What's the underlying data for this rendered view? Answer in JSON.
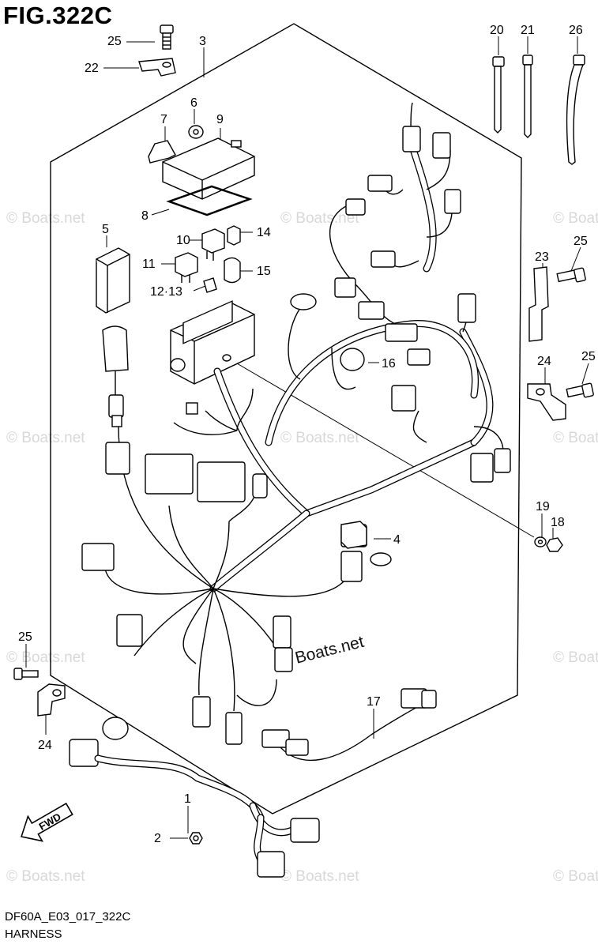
{
  "figure": {
    "title": "FIG.322C",
    "code": "DF60A_E03_017_322C",
    "caption": "HARNESS"
  },
  "watermark": {
    "text": "© Boats.net",
    "center_text": "© Boats.net"
  },
  "direction": {
    "label": "FWD"
  },
  "callouts": {
    "n1": "1",
    "n2": "2",
    "n3": "3",
    "n4": "4",
    "n5": "5",
    "n6": "6",
    "n7": "7",
    "n8": "8",
    "n9": "9",
    "n10": "10",
    "n11": "11",
    "n12_13": "12·13",
    "n14": "14",
    "n15": "15",
    "n16": "16",
    "n17": "17",
    "n18": "18",
    "n19": "19",
    "n20": "20",
    "n21": "21",
    "n22": "22",
    "n23": "23",
    "n24a": "24",
    "n24b": "24",
    "n25a": "25",
    "n25b": "25",
    "n25c": "25",
    "n25d": "25",
    "n26": "26"
  }
}
